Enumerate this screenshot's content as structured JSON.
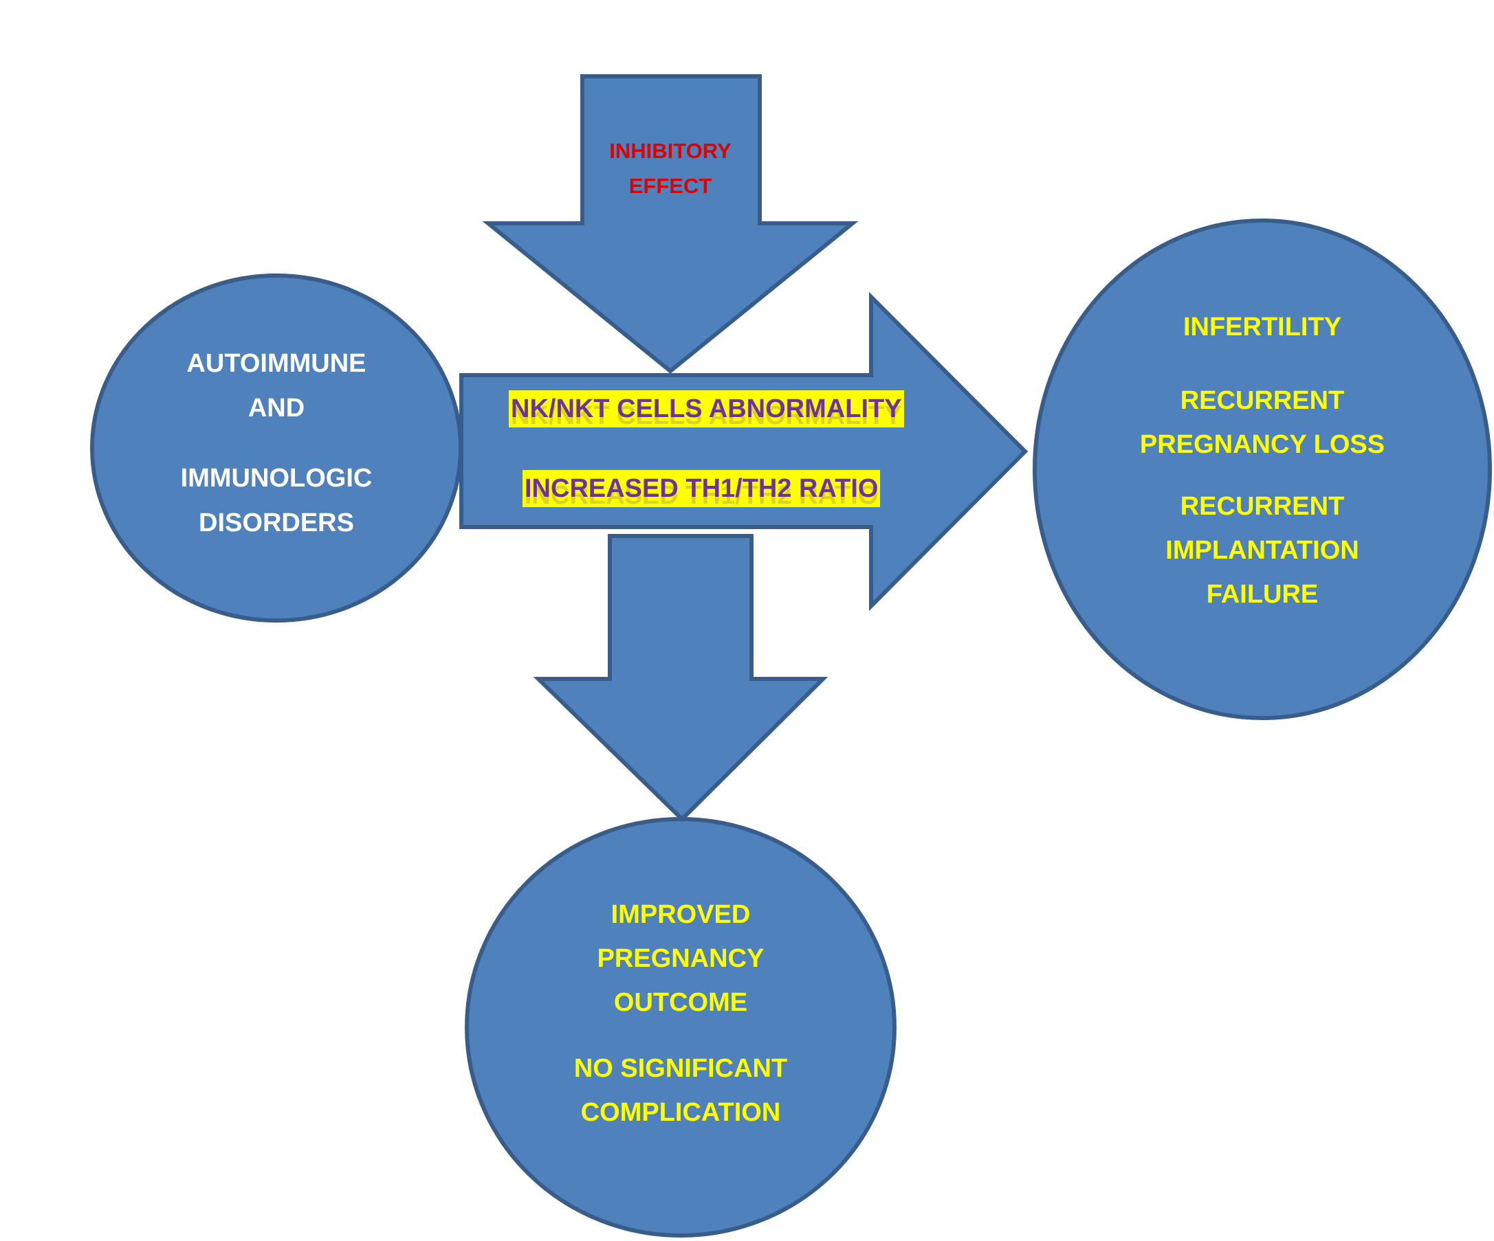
{
  "colors": {
    "shape_fill": "#4f81bd",
    "shape_stroke": "#385d8a",
    "white_text": "#ffffff",
    "yellow_text": "#ffff00",
    "red_text": "#e00000",
    "highlight": "#ffff00",
    "purple_text": "#7030a0"
  },
  "inhibitory_arrow": {
    "line1": "INHIBITORY",
    "line2": "EFFECT"
  },
  "left_circle": {
    "line1": "AUTOIMMUNE",
    "line2": "AND",
    "line3": "IMMUNOLOGIC",
    "line4": "DISORDERS"
  },
  "center_arrow": {
    "item1": "NK/NKT CELLS ABNORMALITY",
    "item2": "INCREASED TH1/TH2 RATIO"
  },
  "right_circle": {
    "line1": "INFERTILITY",
    "line2": "RECURRENT",
    "line3": "PREGNANCY LOSS",
    "line4": "RECURRENT",
    "line5": "IMPLANTATION",
    "line6": "FAILURE"
  },
  "bottom_circle": {
    "line1": "IMPROVED",
    "line2": "PREGNANCY",
    "line3": "OUTCOME",
    "line4": "NO SIGNIFICANT",
    "line5": "COMPLICATION"
  }
}
